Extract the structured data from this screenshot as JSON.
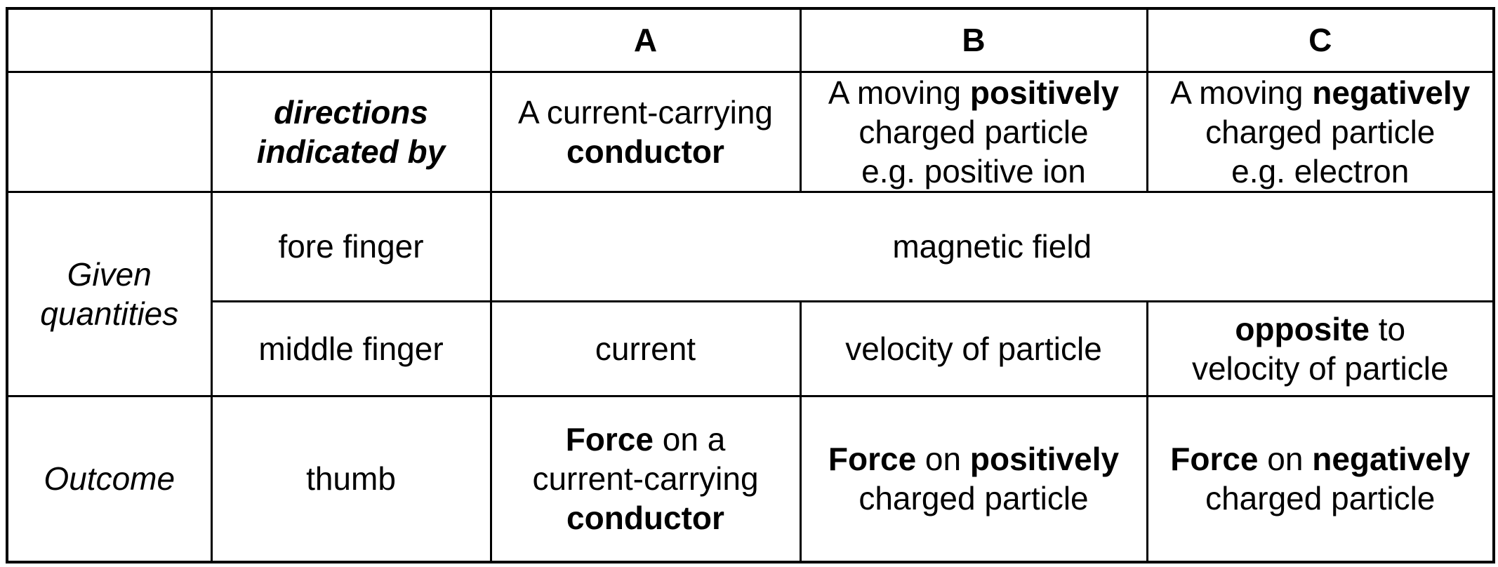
{
  "page": {
    "background_color": "#ffffff",
    "text_color": "#000000",
    "border_color": "#000000"
  },
  "table": {
    "description": "directions table for current-carrying conductor and moving charged particles",
    "cells": {
      "corner_row1_col1": "",
      "corner_row1_col2": "",
      "header_a": [
        [
          {
            "t": "A",
            "b": 1
          }
        ]
      ],
      "header_b": [
        [
          {
            "t": "B",
            "b": 1
          }
        ]
      ],
      "header_c": [
        [
          {
            "t": "C",
            "b": 1
          }
        ]
      ],
      "corner_row2_col1": "",
      "directions_indicated_by": [
        [
          {
            "t": "directions",
            "b": 1
          }
        ],
        [
          {
            "t": "indicated by",
            "b": 1
          }
        ]
      ],
      "desc_a": [
        [
          {
            "t": "A current-carrying"
          }
        ],
        [
          {
            "t": "conductor",
            "b": 1
          }
        ]
      ],
      "desc_b": [
        [
          {
            "t": "A moving "
          },
          {
            "t": "positively",
            "b": 1
          }
        ],
        [
          {
            "t": "charged particle"
          }
        ],
        [
          {
            "t": "e.g. positive ion"
          }
        ]
      ],
      "desc_c": [
        [
          {
            "t": "A moving "
          },
          {
            "t": "negatively",
            "b": 1
          }
        ],
        [
          {
            "t": "charged particle"
          }
        ],
        [
          {
            "t": "e.g. electron"
          }
        ]
      ],
      "given_quantities": [
        [
          {
            "t": "Given"
          }
        ],
        [
          {
            "t": "quantities"
          }
        ]
      ],
      "fore_finger": [
        [
          {
            "t": "fore finger"
          }
        ]
      ],
      "magnetic_field": [
        [
          {
            "t": "magnetic field"
          }
        ]
      ],
      "middle_finger": [
        [
          {
            "t": "middle finger"
          }
        ]
      ],
      "current": [
        [
          {
            "t": "current"
          }
        ]
      ],
      "velocity_of_particle": [
        [
          {
            "t": "velocity of particle"
          }
        ]
      ],
      "opposite_to_velocity": [
        [
          {
            "t": "opposite",
            "b": 1
          },
          {
            "t": " to"
          }
        ],
        [
          {
            "t": "velocity of particle"
          }
        ]
      ],
      "outcome": [
        [
          {
            "t": "Outcome"
          }
        ]
      ],
      "thumb": [
        [
          {
            "t": "thumb"
          }
        ]
      ],
      "force_a": [
        [
          {
            "t": "Force",
            "b": 1
          },
          {
            "t": " on a"
          }
        ],
        [
          {
            "t": "current-carrying"
          }
        ],
        [
          {
            "t": "conductor",
            "b": 1
          }
        ]
      ],
      "force_b": [
        [
          {
            "t": "Force",
            "b": 1
          },
          {
            "t": " on "
          },
          {
            "t": "positively",
            "b": 1
          }
        ],
        [
          {
            "t": "charged particle"
          }
        ]
      ],
      "force_c": [
        [
          {
            "t": "Force",
            "b": 1
          },
          {
            "t": " on "
          },
          {
            "t": "negatively",
            "b": 1
          }
        ],
        [
          {
            "t": "charged particle"
          }
        ]
      ]
    }
  }
}
